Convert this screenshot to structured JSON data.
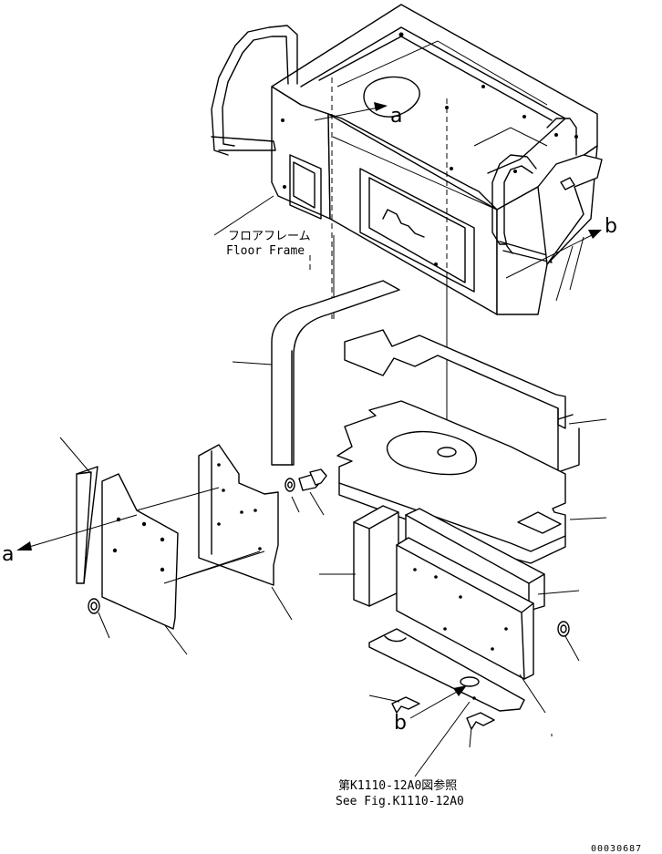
{
  "labels": {
    "floor_frame_jp": "フロアフレーム",
    "floor_frame_en": "Floor Frame",
    "ref_jp": "第K1110-12A0図参照",
    "ref_en": "See Fig.K1110-12A0",
    "callout_a_left": "a",
    "callout_a_top": "a",
    "callout_b_right": "b",
    "callout_b_bottom": "b",
    "drawing_number": "00030687"
  }
}
